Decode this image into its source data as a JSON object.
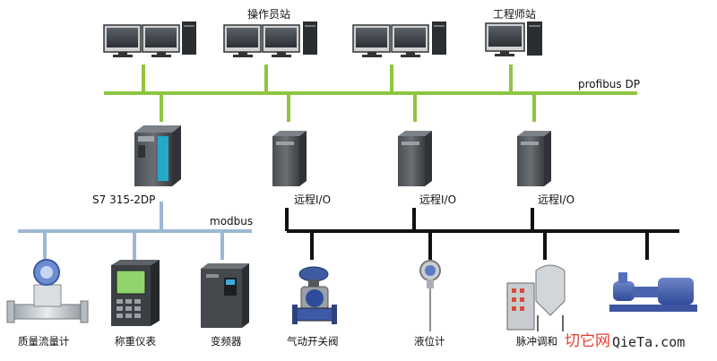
{
  "labels": {
    "operator_station": "操作员站",
    "engineer_station": "工程师站",
    "profibus": "profibus DP",
    "plc": "S7 315-2DP",
    "modbus": "modbus",
    "remote_io_1": "远程I/O",
    "remote_io_2": "远程I/O",
    "remote_io_3": "远程I/O"
  },
  "devices": {
    "mass_flow_meter": "质量流量计",
    "weighing_instrument": "称重仪表",
    "frequency_converter": "变频器",
    "pneumatic_valve": "气动开关阀",
    "level_meter": "液位计",
    "pulse_regulator": "脉冲调和"
  },
  "watermark": {
    "cn": "切它网",
    "en": "QieTa.com"
  },
  "colors": {
    "profibus_line": "#8dc63f",
    "modbus_line": "#9db8d4",
    "field_bus_line": "#111111",
    "watermark_red": "#e43d30"
  }
}
